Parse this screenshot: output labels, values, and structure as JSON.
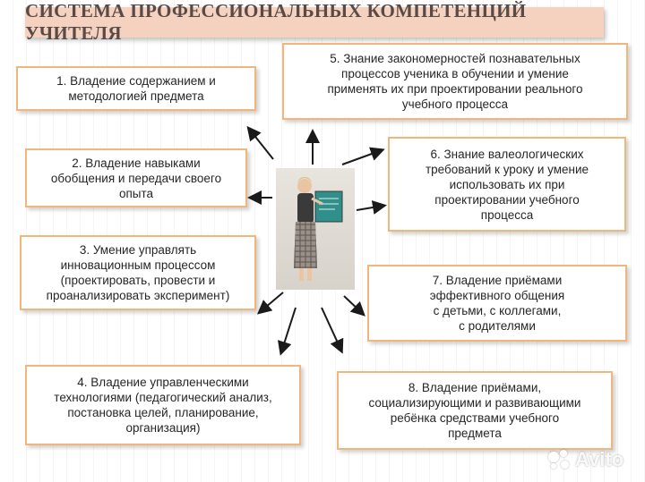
{
  "title": "СИСТЕМА ПРОФЕССИОНАЛЬНЫХ КОМПЕТЕНЦИЙ УЧИТЕЛЯ",
  "boxes": [
    {
      "text": "1. Владение содержанием и\nметодологией предмета"
    },
    {
      "text": "2. Владение навыками\nобобщения и передачи своего\nопыта"
    },
    {
      "text": "3. Умение управлять\nинновационным процессом\n(проектировать, провести и\nпроанализировать эксперимент)"
    },
    {
      "text": "4. Владение управленческими\nтехнологиями (педагогический анализ,\nпостановка целей, планирование,\nорганизация)"
    },
    {
      "text": "5. Знание закономерностей познавательных\nпроцессов ученика в обучении и умение\nприменять их при проектировании реального\nучебного процесса"
    },
    {
      "text": "6. Знание валеологических\nтребований к уроку и умение\nиспользовать их при\nпроектировании учебного\nпроцесса"
    },
    {
      "text": "7. Владение приёмами\nэффективного общения\nс детьми, с коллегами,\nс родителями"
    },
    {
      "text": "8. Владение приёмами,\nсоциализирующими и развивающими\nребёнка средствами учебного\nпредмета"
    }
  ],
  "watermark": "Avito",
  "colors": {
    "title_bg": "#f4d2bf",
    "box_border": "#f0b67c",
    "title_text": "#5a4a46"
  }
}
